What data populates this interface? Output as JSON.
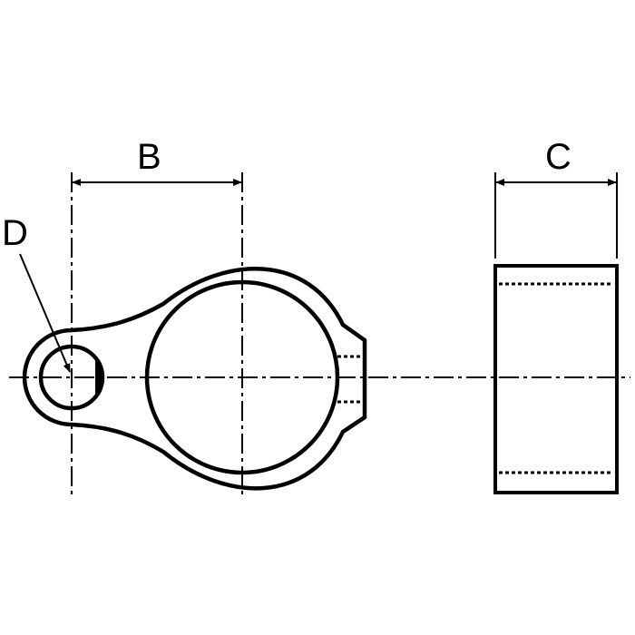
{
  "labels": {
    "b": "B",
    "c": "C",
    "d": "D"
  },
  "colors": {
    "line": "#000000",
    "background": "#ffffff"
  }
}
